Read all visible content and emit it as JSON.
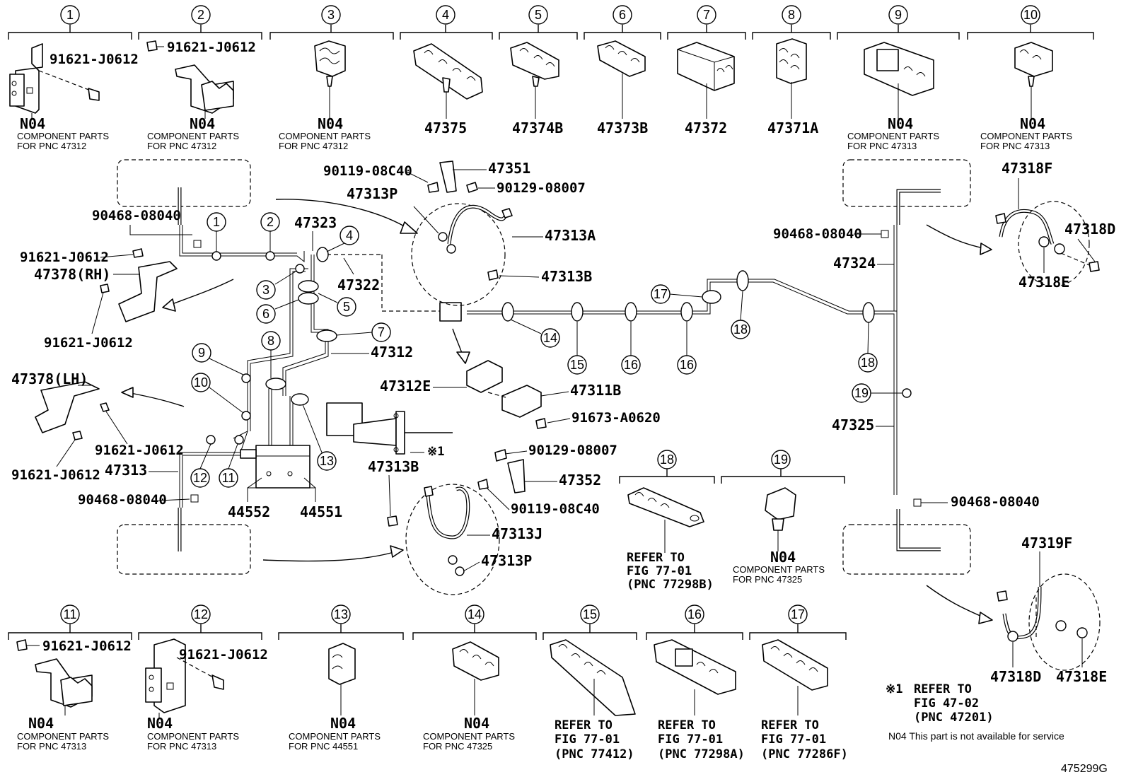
{
  "callouts": {
    "c1": {
      "num": "1",
      "note": "N04",
      "desc1": "COMPONENT PARTS",
      "desc2": "FOR PNC 47312",
      "part": "91621-J0612"
    },
    "c2": {
      "num": "2",
      "note": "N04",
      "desc1": "COMPONENT PARTS",
      "desc2": "FOR PNC 47312",
      "part": "91621-J0612"
    },
    "c3": {
      "num": "3",
      "note": "N04",
      "desc1": "COMPONENT PARTS",
      "desc2": "FOR PNC 47312"
    },
    "c4": {
      "num": "4",
      "part": "47375"
    },
    "c5": {
      "num": "5",
      "part": "47374B"
    },
    "c6": {
      "num": "6",
      "part": "47373B"
    },
    "c7": {
      "num": "7",
      "part": "47372"
    },
    "c8": {
      "num": "8",
      "part": "47371A"
    },
    "c9": {
      "num": "9",
      "note": "N04",
      "desc1": "COMPONENT PARTS",
      "desc2": "FOR PNC 47313"
    },
    "c10": {
      "num": "10",
      "note": "N04",
      "desc1": "COMPONENT PARTS",
      "desc2": "FOR PNC 47313"
    },
    "c11": {
      "num": "11",
      "note": "N04",
      "desc1": "COMPONENT PARTS",
      "desc2": "FOR PNC 47313",
      "part": "91621-J0612"
    },
    "c12": {
      "num": "12",
      "note": "N04",
      "desc1": "COMPONENT PARTS",
      "desc2": "FOR PNC 47313",
      "part": "91621-J0612"
    },
    "c13": {
      "num": "13",
      "note": "N04",
      "desc1": "COMPONENT PARTS",
      "desc2": "FOR PNC 44551"
    },
    "c14": {
      "num": "14",
      "note": "N04",
      "desc1": "COMPONENT PARTS",
      "desc2": "FOR PNC 47325"
    },
    "c15": {
      "num": "15",
      "ref1": "REFER TO",
      "ref2": "FIG 77-01",
      "ref3": "(PNC 77412)"
    },
    "c16": {
      "num": "16",
      "ref1": "REFER TO",
      "ref2": "FIG 77-01",
      "ref3": "(PNC 77298A)"
    },
    "c17": {
      "num": "17",
      "ref1": "REFER TO",
      "ref2": "FIG 77-01",
      "ref3": "(PNC 77286F)"
    },
    "c18": {
      "num": "18",
      "ref1": "REFER TO",
      "ref2": "FIG 77-01",
      "ref3": "(PNC 77298B)"
    },
    "c19": {
      "num": "19",
      "note": "N04",
      "desc1": "COMPONENT PARTS",
      "desc2": "FOR PNC 47325"
    }
  },
  "labels": {
    "p90119_top": "90119-08C40",
    "p47351": "47351",
    "p90129_top": "90129-08007",
    "p47313P_top": "47313P",
    "p47313A": "47313A",
    "p47313B_top": "47313B",
    "p90468_ul": "90468-08040",
    "p91621_rh1": "91621-J0612",
    "p47378RH": "47378(RH)",
    "p91621_rh2": "91621-J0612",
    "p47323": "47323",
    "p47322": "47322",
    "p47312": "47312",
    "p47312E": "47312E",
    "p47311B": "47311B",
    "p91673": "91673-A0620",
    "p47378LH": "47378(LH)",
    "p91621_lh1": "91621-J0612",
    "p91621_lh2": "91621-J0612",
    "p47313": "47313",
    "p90468_ll": "90468-08040",
    "p44552": "44552",
    "p44551": "44551",
    "p47313B_mid": "47313B",
    "p_note1_mark": "※1",
    "p90129_bot": "90129-08007",
    "p47352": "47352",
    "p90119_bot": "90119-08C40",
    "p47313J": "47313J",
    "p47313P_bot": "47313P",
    "p90468_ur": "90468-08040",
    "p47324": "47324",
    "p47325": "47325",
    "p90468_lr": "90468-08040",
    "p47318F": "47318F",
    "p47318D_top": "47318D",
    "p47318E_top": "47318E",
    "p47319F": "47319F",
    "p47318D_bot": "47318D",
    "p47318E_bot": "47318E"
  },
  "notes": {
    "mark": "※1",
    "ref1": "REFER TO",
    "ref2": "FIG 47-02",
    "ref3": "(PNC 47201)",
    "n04": "N04 This part is not available for service",
    "fig_id": "475299G"
  }
}
